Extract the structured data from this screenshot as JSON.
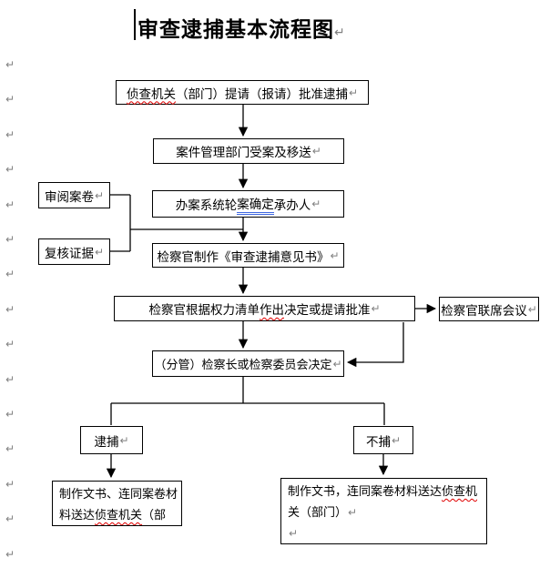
{
  "title": {
    "text": "审查逮捕基本流程图"
  },
  "pilcrow_glyph": "↵",
  "margin_marks": {
    "glyph": "↵",
    "count": 15
  },
  "colors": {
    "line": "#000000",
    "spell_check_wavy": "#e00000",
    "grammar_underline": "#4169e1",
    "pilcrow": "#808080",
    "background": "#ffffff"
  },
  "flow": {
    "box1": {
      "wavy": "侦查机关",
      "rest": "（部门）提请（报请）批准逮捕"
    },
    "box2": {
      "text": "案件管理部门受案及移送"
    },
    "side_review": {
      "text": "审阅案卷"
    },
    "side_verify": {
      "text": "复核证据"
    },
    "box3": {
      "pre": "办案系统轮",
      "marked": "案确定",
      "post": "承办人"
    },
    "box4": {
      "text": "检察官制作《审查逮捕意见书》"
    },
    "box5": {
      "pre": "检察官根据权力清单",
      "wavy": "作出",
      "post": "决定或提请批准"
    },
    "joint_meeting": {
      "text": "检察官联席会议"
    },
    "box6": {
      "text": "（分管）检察长或检察委员会决定"
    },
    "arrest": {
      "text": "逮捕"
    },
    "no_arrest": {
      "text": "不捕"
    },
    "bottom_left": {
      "line1": "制作文书、连同案卷材",
      "line2_pre": "料送达",
      "line2_wavy": "侦查机关",
      "line2_post": "（部"
    },
    "bottom_right": {
      "line1_pre": "制作文书，连同案卷材料送达",
      "line1_wavy": "侦查机",
      "line2": "关（部门）"
    }
  }
}
